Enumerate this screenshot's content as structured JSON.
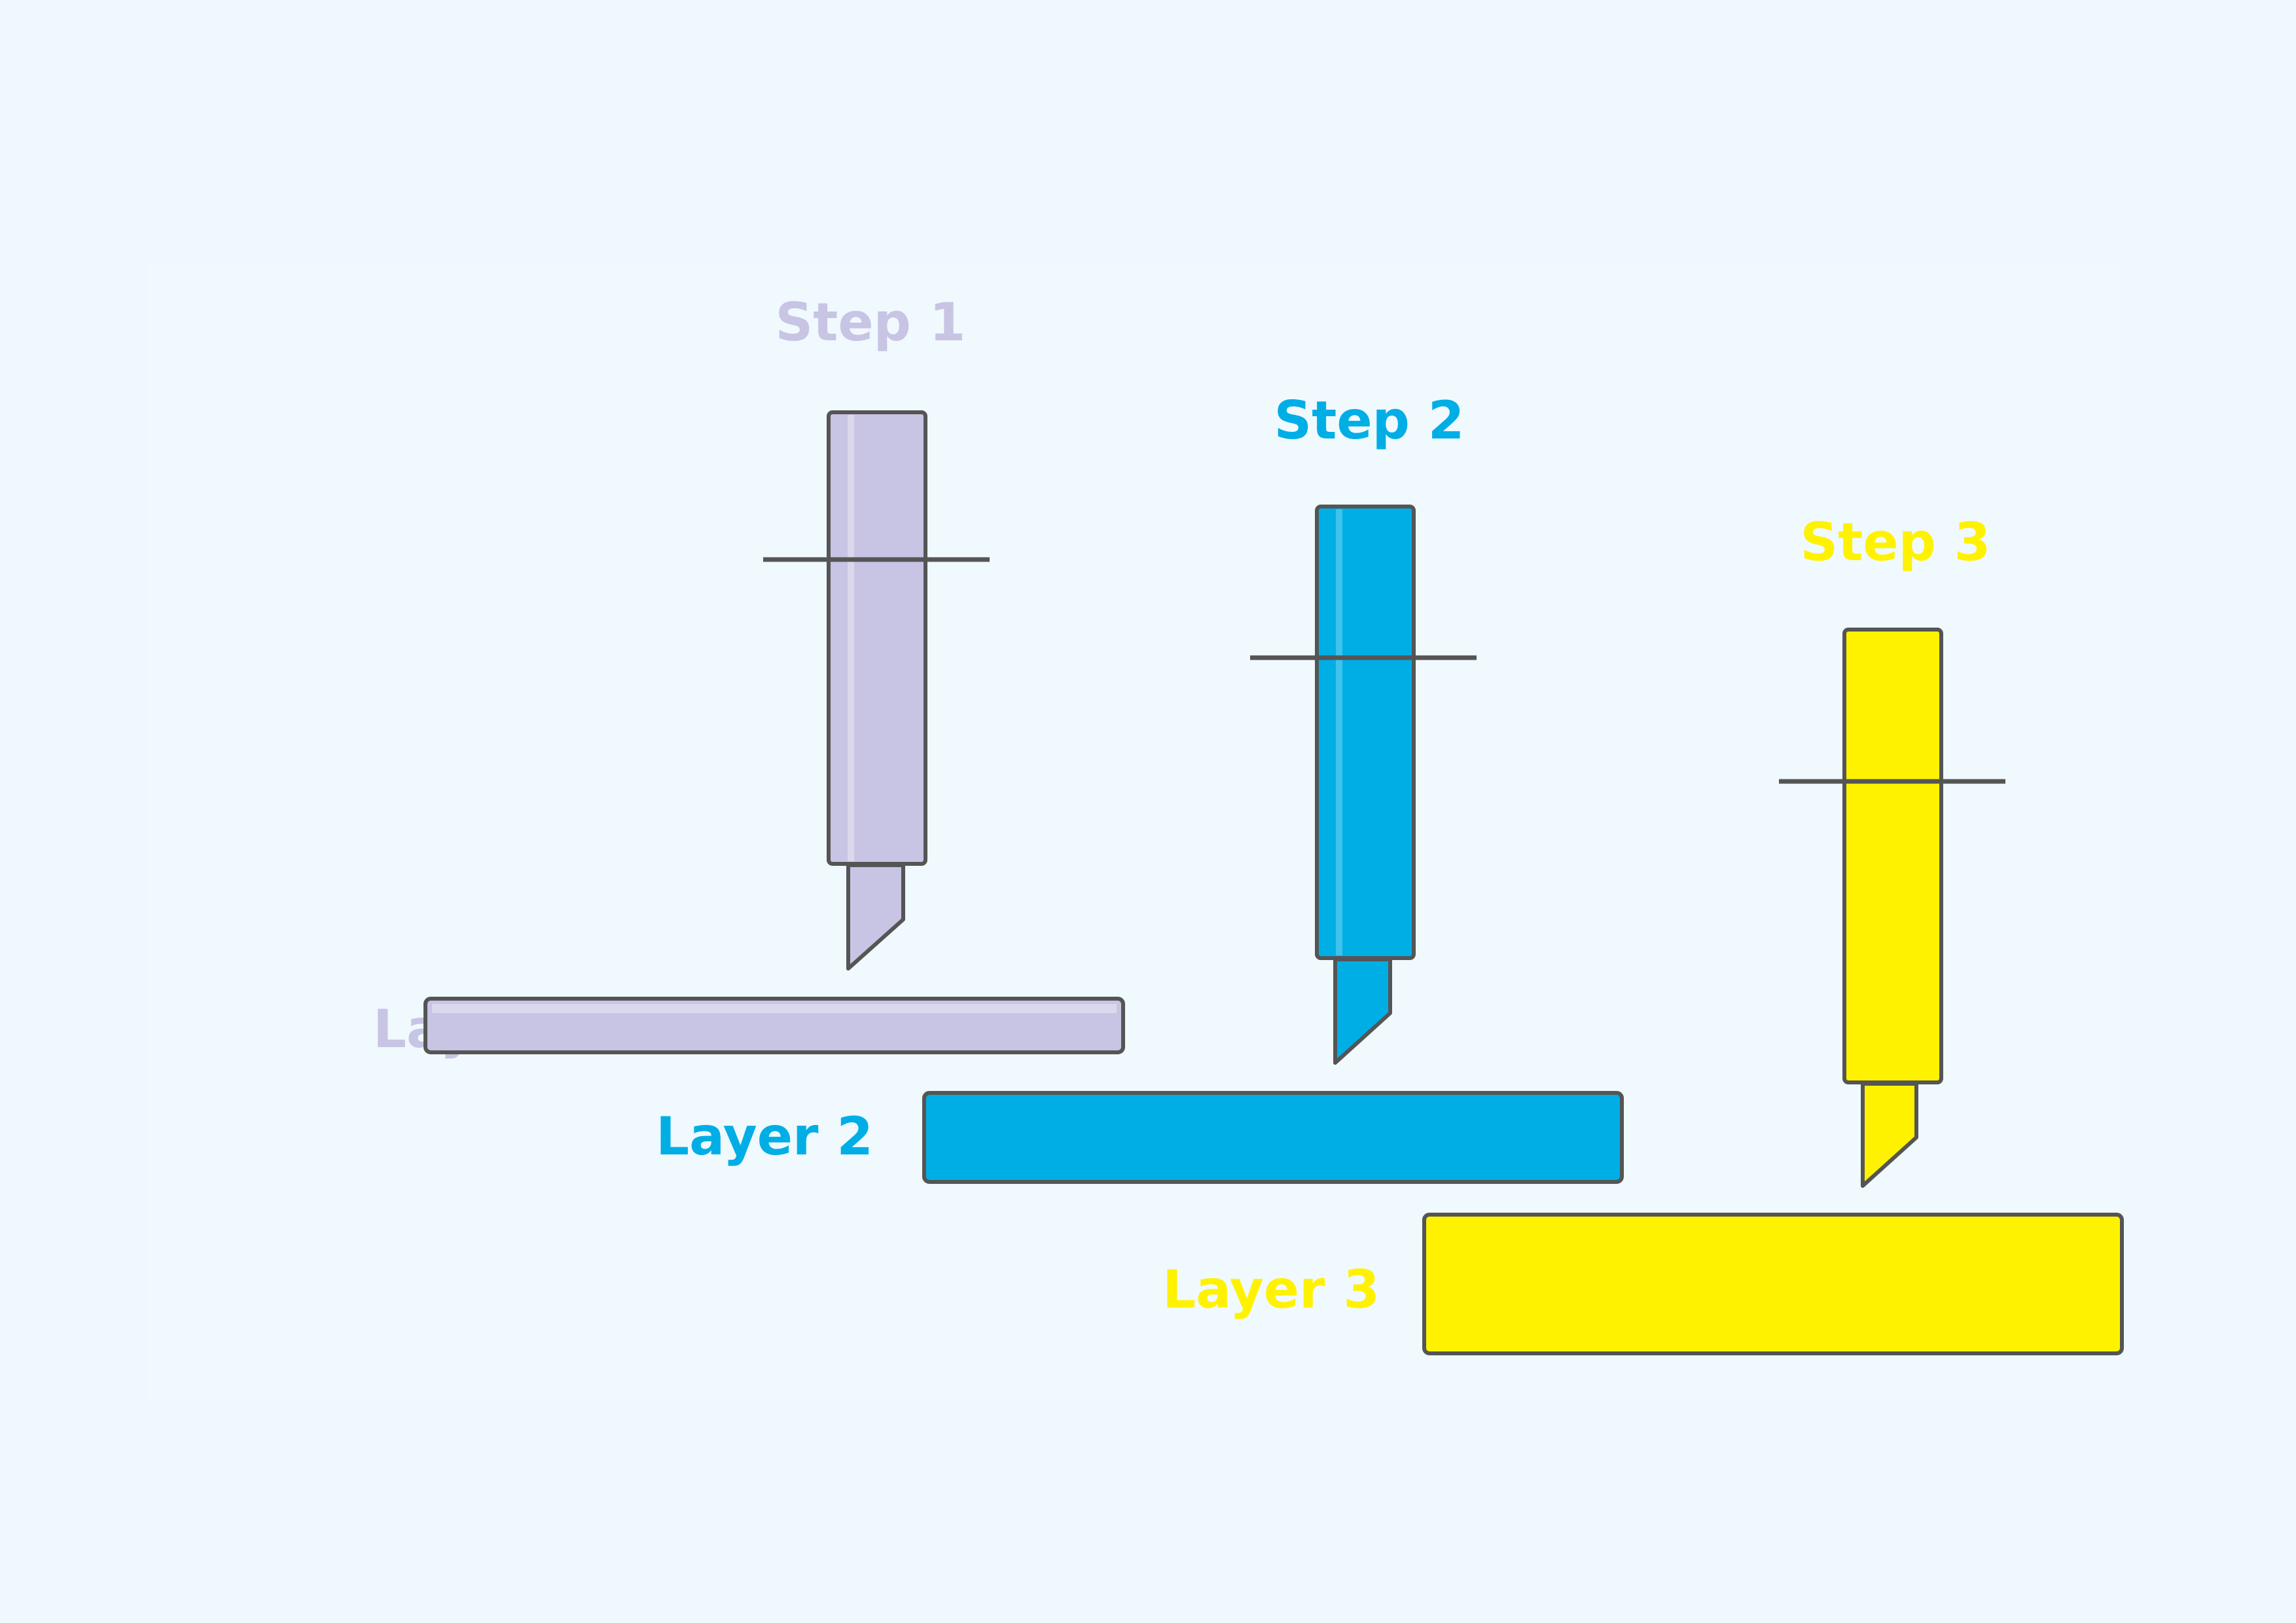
{
  "colors": {
    "step1": "#c8c4e4",
    "step2": "#00aee6",
    "step3": "#fff200",
    "outline": "#555555",
    "background": "#eef8fd"
  },
  "steps": [
    {
      "label": "Step 1",
      "color": "#c8c4e4"
    },
    {
      "label": "Step 2",
      "color": "#00aee6"
    },
    {
      "label": "Step 3",
      "color": "#fff200"
    }
  ],
  "layers": [
    {
      "label": "Layer 1",
      "color": "#c8c4e4"
    },
    {
      "label": "Layer 2",
      "color": "#00aee6"
    },
    {
      "label": "Layer 3",
      "color": "#fff200"
    }
  ]
}
